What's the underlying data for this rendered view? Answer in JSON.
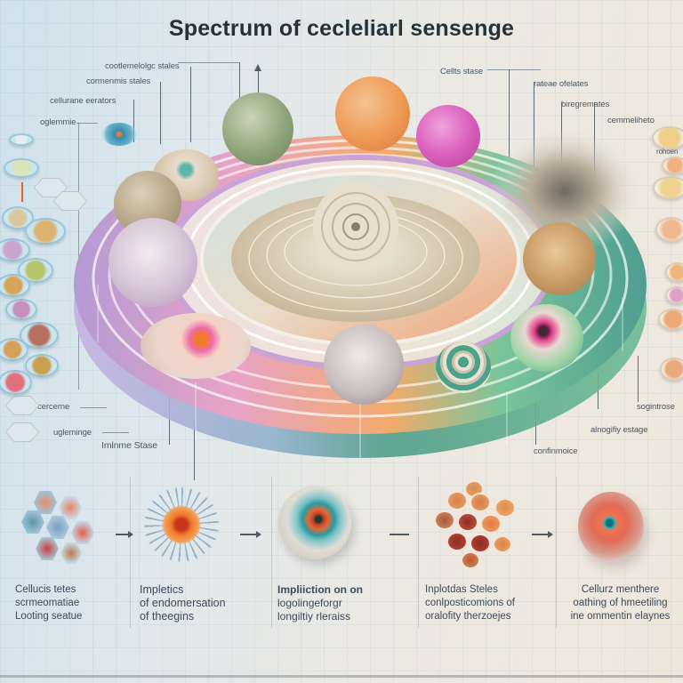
{
  "title": "Spectrum of cecleliarl sensenge",
  "colors": {
    "background_left": "#cfe1ec",
    "background_right": "#efe7dc",
    "ring_purple": "#b59ad6",
    "ring_pink": "#e9a2c6",
    "ring_orange": "#f0a36a",
    "ring_green": "#6fbf8f",
    "ring_teal": "#4f9f93",
    "text": "#263238"
  },
  "callouts_left": [
    {
      "label": "cootlemelolgc stales"
    },
    {
      "label": "cormenmis stales"
    },
    {
      "label": "cellurane eerators"
    },
    {
      "label": "oglemmie"
    },
    {
      "label": "cercerne"
    },
    {
      "label": "ugleminge"
    },
    {
      "label": "Imlnme Stase"
    }
  ],
  "callouts_right": [
    {
      "label": "Cellts stase"
    },
    {
      "label": "rateae ofelates"
    },
    {
      "label": "biregremates"
    },
    {
      "label": "cemmeliheto"
    },
    {
      "label": "rohoen"
    },
    {
      "label": "sogintrose"
    },
    {
      "label": "alnogifiy estage"
    },
    {
      "label": "confinmoice"
    }
  ],
  "ring_cells": [
    {
      "name": "green-cell"
    },
    {
      "name": "orange-cell"
    },
    {
      "name": "magenta-cell"
    },
    {
      "name": "fibrous-senescent-cell"
    },
    {
      "name": "ringed-disc-cell"
    },
    {
      "name": "beige-cell"
    },
    {
      "name": "lavender-cell"
    },
    {
      "name": "brown-cell"
    },
    {
      "name": "central-spiral-cell"
    },
    {
      "name": "pink-pore-cell"
    },
    {
      "name": "wrinkled-grey-cell"
    },
    {
      "name": "striped-small-cell"
    },
    {
      "name": "red-pore-cell"
    }
  ],
  "sequence": {
    "steps": [
      {
        "icon": "hexagonal-cell-cluster",
        "lines": [
          "Cellucis tetes",
          "scrmeomatiae",
          "Looting seatue"
        ]
      },
      {
        "icon": "spiky-orange-cell",
        "lines": [
          "Impletics",
          "of endomersation",
          "of theegins"
        ]
      },
      {
        "icon": "layered-spherical-cell",
        "lines": [
          "Impliiction on on",
          "logolingeforgr",
          "longiltiy rleraiss"
        ]
      },
      {
        "icon": "tubular-cell-cluster",
        "lines": [
          "Inplotdas Steles",
          "conlposticomions of",
          "oralofity therzoejes"
        ]
      },
      {
        "icon": "fuzzy-nucleated-cell",
        "lines": [
          "Cellurz menthere",
          "oathing of hmeetiling",
          "ine ommentin elaynes"
        ]
      }
    ],
    "arrows": [
      "arrow-1",
      "arrow-2",
      "arrow-3",
      "arrow-4"
    ]
  }
}
